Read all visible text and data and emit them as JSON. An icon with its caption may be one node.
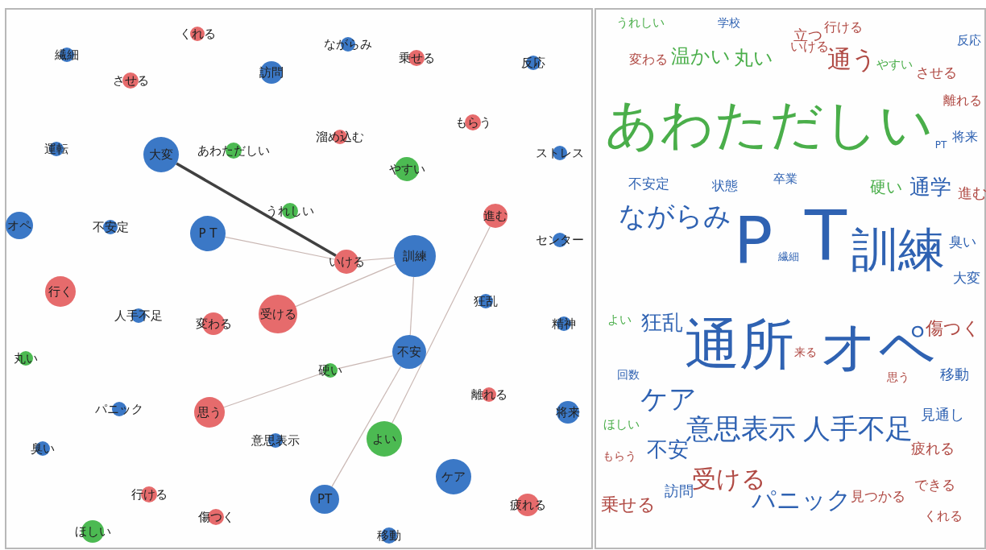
{
  "diagram": {
    "nodes": [
      {
        "text": [
          "繊細"
        ]
      },
      {
        "text": [
          "くれる"
        ]
      },
      {
        "text": [
          "させる"
        ]
      },
      {
        "text": [
          "訪問"
        ]
      },
      {
        "text": [
          "ながらみ"
        ]
      },
      {
        "text": [
          "乗せる"
        ]
      },
      {
        "text": [
          "反応"
        ]
      },
      {
        "text": [
          "運転"
        ]
      },
      {
        "text": [
          "大変"
        ]
      },
      {
        "text": [
          "あわただしい"
        ]
      },
      {
        "text": [
          "溜め込む"
        ]
      },
      {
        "text": [
          "もらう"
        ]
      },
      {
        "text": [
          "やすい"
        ]
      },
      {
        "text": [
          "ストレス"
        ]
      },
      {
        "text": [
          "オペ"
        ]
      },
      {
        "text": [
          "不安定"
        ]
      },
      {
        "text": [
          "P T"
        ]
      },
      {
        "text": [
          "うれしい"
        ]
      },
      {
        "text": [
          "いける"
        ]
      },
      {
        "text": [
          "訓練"
        ]
      },
      {
        "text": [
          "進む"
        ]
      },
      {
        "text": [
          "センター"
        ]
      },
      {
        "text": [
          "行く"
        ]
      },
      {
        "text": [
          "人手不足"
        ]
      },
      {
        "text": [
          "変わる"
        ]
      },
      {
        "text": [
          "受ける"
        ]
      },
      {
        "text": [
          "狂乱"
        ]
      },
      {
        "text": [
          "精神"
        ]
      },
      {
        "text": [
          "丸い"
        ]
      },
      {
        "text": [
          "硬い"
        ]
      },
      {
        "text": [
          "不安"
        ]
      },
      {
        "text": [
          "パニック"
        ]
      },
      {
        "text": [
          "思う"
        ]
      },
      {
        "text": [
          "意思表示"
        ]
      },
      {
        "text": [
          "離れる"
        ]
      },
      {
        "text": [
          "将来"
        ]
      },
      {
        "text": [
          "よい"
        ]
      },
      {
        "text": [
          "臭い"
        ]
      },
      {
        "text": [
          "ケア"
        ]
      },
      {
        "text": [
          "行ける"
        ]
      },
      {
        "text": [
          "傷つく"
        ]
      },
      {
        "text": [
          "PT"
        ]
      },
      {
        "text": [
          "疲れる"
        ]
      },
      {
        "text": [
          "ほしい"
        ]
      },
      {
        "text": [
          "移動"
        ]
      }
    ],
    "edges": [
      {
        "from": 8,
        "to": 18,
        "arrow": "none",
        "style": "thick",
        "color": "#404040"
      },
      {
        "from": 16,
        "to": 18,
        "arrow": "none"
      },
      {
        "from": 18,
        "to": 19,
        "arrow": "none"
      },
      {
        "from": 25,
        "to": 19,
        "arrow": "none"
      },
      {
        "from": 32,
        "to": 29,
        "arrow": "none"
      },
      {
        "from": 29,
        "to": 30,
        "arrow": "none"
      },
      {
        "from": 41,
        "to": 30,
        "arrow": "none"
      },
      {
        "from": 30,
        "to": 19,
        "arrow": "none"
      },
      {
        "from": 20,
        "to": 36,
        "arrow": "none"
      }
    ],
    "labels": [
      "うれしい",
      "学校",
      "行ける",
      "立つ",
      "反応",
      "変わる",
      "温かい",
      "丸い",
      "いける",
      "通う",
      "やすい",
      "させる",
      "あわただしい",
      "離れる",
      "PT",
      "将来",
      "不安定",
      "状態",
      "卒業",
      "硬い",
      "通学",
      "進む",
      "ながらみ",
      "P",
      "繊細",
      "T",
      "訓練",
      "臭い",
      "大変",
      "よい",
      "狂乱",
      "通所",
      "来る",
      "オペ",
      "傷つく",
      "回数",
      "思う",
      "移動",
      "ケア",
      "意思表示",
      "人手不足",
      "見通し",
      "ほしい",
      "もらう",
      "不安",
      "疲れる",
      "受ける",
      "できる",
      "乗せる",
      "訪問",
      "パニック",
      "見つかる",
      "くれる"
    ]
  }
}
